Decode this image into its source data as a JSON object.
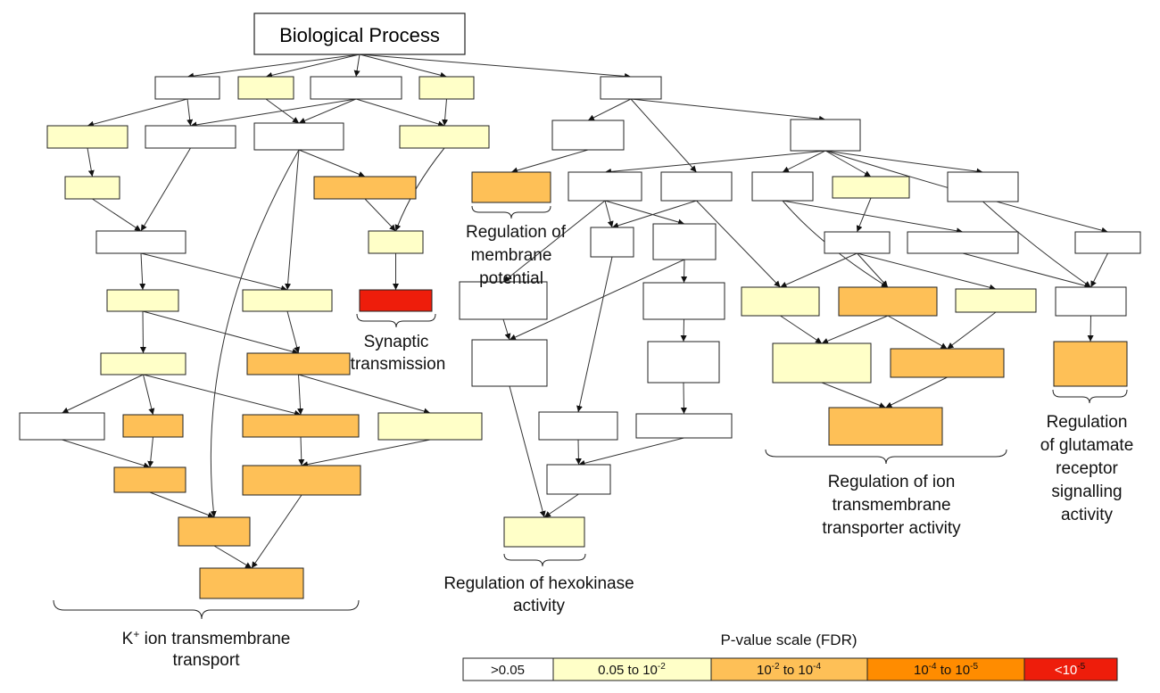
{
  "colors": {
    "none": "#ffffff",
    "light_yellow": "#ffffc8",
    "light_orange": "#fec057",
    "orange": "#ff8c00",
    "red": "#ee1d0b",
    "edge": "#333333"
  },
  "root": {
    "label": "Biological Process"
  },
  "cluster_labels": {
    "k_transport": {
      "line1": "K",
      "sup": "+",
      "line1_rest": " ion transmembrane",
      "line2": "transport"
    },
    "synaptic": {
      "line1": "Synaptic",
      "line2": "transmission"
    },
    "membrane": {
      "line1": "Regulation of",
      "line2": "membrane",
      "line3": "potential"
    },
    "hexokinase": {
      "line1": "Regulation of hexokinase",
      "line2": "activity"
    },
    "ion_transporter": {
      "line1": "Regulation of ion",
      "line2": "transmembrane",
      "line3": "transporter activity"
    },
    "glutamate": {
      "line1": "Regulation",
      "line2": "of glutamate",
      "line3": "receptor",
      "line4": "signalling",
      "line5": "activity"
    }
  },
  "legend": {
    "title": "P-value scale (FDR)",
    "bins": [
      {
        "text": ">0.05",
        "color_key": "none"
      },
      {
        "text": "0.05 to 10",
        "sup": "-2",
        "color_key": "light_yellow"
      },
      {
        "text": "10",
        "sup": "-2",
        "text2": " to 10",
        "sup2": "-4",
        "color_key": "light_orange"
      },
      {
        "text": "10",
        "sup": "-4",
        "text2": " to 10",
        "sup2": "-5",
        "color_key": "orange"
      },
      {
        "text": "<10",
        "sup": "-5",
        "color_key": "red"
      }
    ]
  }
}
